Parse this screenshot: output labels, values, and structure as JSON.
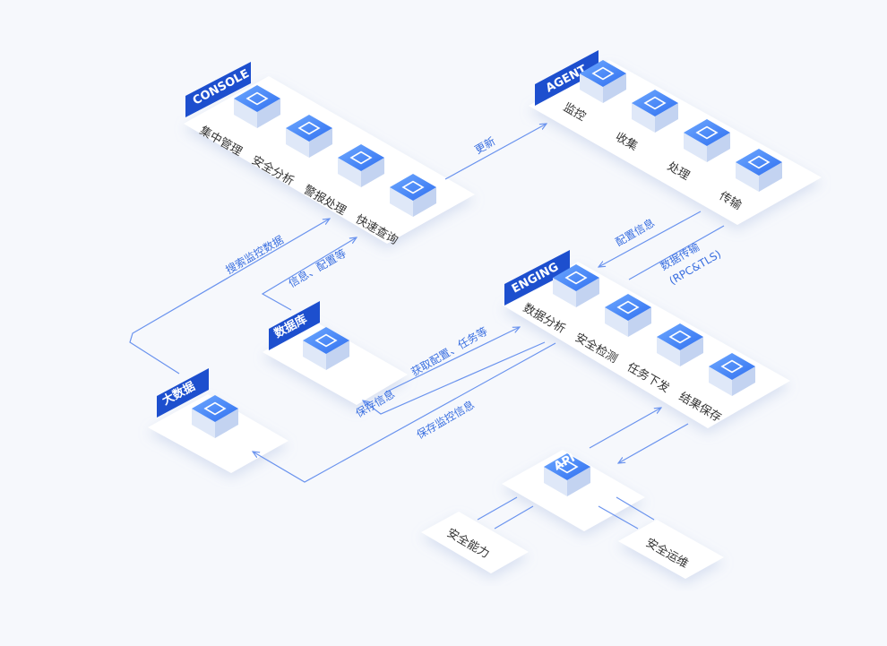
{
  "colors": {
    "background": "#f6f8fc",
    "accent": "#1f55d8",
    "flow_line": "#6a93ee",
    "flow_text": "#3a6fe0",
    "platform": "#ffffff",
    "tag": "#1d4fce"
  },
  "console": {
    "tag": "CONSOLE",
    "items": [
      {
        "label": "集中管理",
        "icon": "gear-icon"
      },
      {
        "label": "安全分析",
        "icon": "chart-icon"
      },
      {
        "label": "警报处理",
        "icon": "alarm-icon"
      },
      {
        "label": "快速查询",
        "icon": "search-icon"
      }
    ]
  },
  "agent": {
    "tag": "AGENT",
    "items": [
      {
        "label": "监控",
        "icon": "monitor-icon"
      },
      {
        "label": "收集",
        "icon": "collect-icon"
      },
      {
        "label": "处理",
        "icon": "wrench-icon"
      },
      {
        "label": "传输",
        "icon": "transfer-icon"
      }
    ]
  },
  "enging": {
    "tag": "ENGING",
    "items": [
      {
        "label": "数据分析",
        "icon": "analysis-icon"
      },
      {
        "label": "安全检测",
        "icon": "shield-icon"
      },
      {
        "label": "任务下发",
        "icon": "task-icon"
      },
      {
        "label": "结果保存",
        "icon": "save-icon"
      }
    ]
  },
  "database": {
    "tag": "数据库",
    "icon": "database-icon"
  },
  "bigdata": {
    "tag": "大数据",
    "icon": "cubes-icon"
  },
  "api": {
    "label": "API",
    "icon": "api-icon"
  },
  "outputs": {
    "left": "安全能力",
    "right": "安全运维"
  },
  "flows": {
    "update": "更新",
    "config_info": "配置信息",
    "data_transfer": "数据传输",
    "data_transfer_proto": "(RPC&TLS)",
    "search_monitor": "搜索监控数据",
    "info_config": "信息、配置等",
    "get_config": "获取配置、任务等",
    "save_info": "保存信息",
    "save_monitor": "保存监控信息"
  }
}
